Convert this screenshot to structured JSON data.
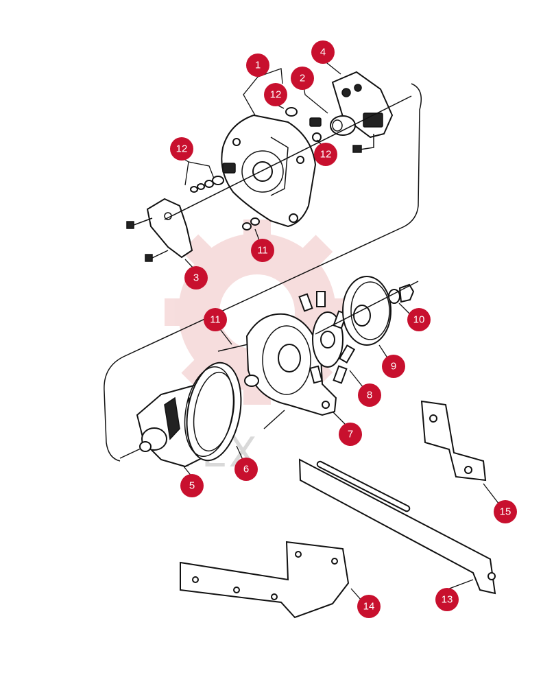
{
  "watermark": {
    "text": "TEX",
    "color": "#e8a0a0"
  },
  "accent_color": "#c8102e",
  "callouts": {
    "c1": "1",
    "c2": "2",
    "c3": "3",
    "c4": "4",
    "c5": "5",
    "c6": "6",
    "c7": "7",
    "c8": "8",
    "c9": "9",
    "c10": "10",
    "c11a": "11",
    "c11b": "11",
    "c12a": "12",
    "c12b": "12",
    "c12c": "12",
    "c13": "13",
    "c14": "14",
    "c15": "15"
  }
}
